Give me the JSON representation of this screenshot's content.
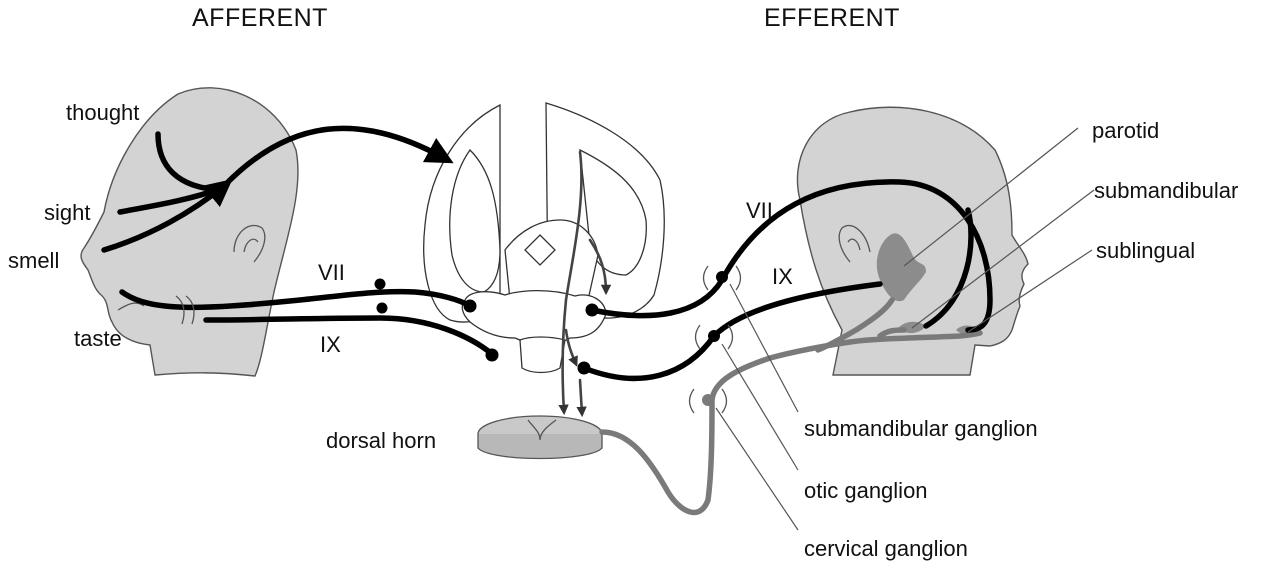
{
  "headers": {
    "afferent": "AFFERENT",
    "efferent": "EFFERENT"
  },
  "inputs": {
    "thought": "thought",
    "sight": "sight",
    "smell": "smell",
    "taste": "taste"
  },
  "nerves": {
    "vii_left": "VII",
    "ix_left": "IX",
    "vii_right": "VII",
    "ix_right": "IX"
  },
  "dorsal_horn": "dorsal horn",
  "glands": {
    "parotid": "parotid",
    "submandibular": "submandibular",
    "sublingual": "sublingual"
  },
  "ganglia": {
    "submandibular_ganglion": "submandibular ganglion",
    "otic_ganglion": "otic ganglion",
    "cervical_ganglion": "cervical ganglion"
  },
  "colors": {
    "face_fill": "#d3d3d3",
    "nerve": "#000000",
    "sympathetic": "#7a7a7a"
  }
}
